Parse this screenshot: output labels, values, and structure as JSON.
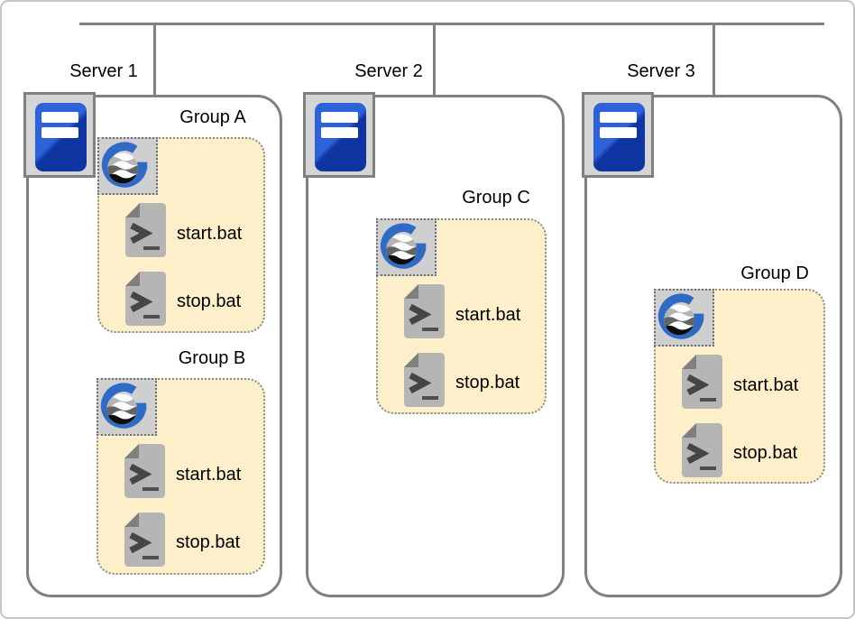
{
  "servers": [
    {
      "label": "Server 1",
      "icon": "server-tower-icon",
      "groups": [
        {
          "label": "Group A",
          "app_icon": "geoserver-logo-icon",
          "files": [
            {
              "icon": "batch-script-icon",
              "label": "start.bat"
            },
            {
              "icon": "batch-script-icon",
              "label": "stop.bat"
            }
          ]
        },
        {
          "label": "Group B",
          "app_icon": "geoserver-logo-icon",
          "files": [
            {
              "icon": "batch-script-icon",
              "label": "start.bat"
            },
            {
              "icon": "batch-script-icon",
              "label": "stop.bat"
            }
          ]
        }
      ]
    },
    {
      "label": "Server 2",
      "icon": "server-tower-icon",
      "groups": [
        {
          "label": "Group C",
          "app_icon": "geoserver-logo-icon",
          "files": [
            {
              "icon": "batch-script-icon",
              "label": "start.bat"
            },
            {
              "icon": "batch-script-icon",
              "label": "stop.bat"
            }
          ]
        }
      ]
    },
    {
      "label": "Server 3",
      "icon": "server-tower-icon",
      "groups": [
        {
          "label": "Group D",
          "app_icon": "geoserver-logo-icon",
          "files": [
            {
              "icon": "batch-script-icon",
              "label": "start.bat"
            },
            {
              "icon": "batch-script-icon",
              "label": "stop.bat"
            }
          ]
        }
      ]
    }
  ],
  "colors": {
    "connector_line": "#808080",
    "server_border": "#808080",
    "group_fill": "#fcefc9",
    "group_border": "#8a8a8a",
    "icon_box_fill": "#d5d5d5",
    "logo_box_fill": "#cfcfcf",
    "file_icon_body": "#b5b5b5",
    "file_icon_fold": "#7f7f7f",
    "tower_blue_light": "#2e62d8",
    "tower_blue_dark": "#0f35a3",
    "logo_blue": "#2f6bc4"
  }
}
